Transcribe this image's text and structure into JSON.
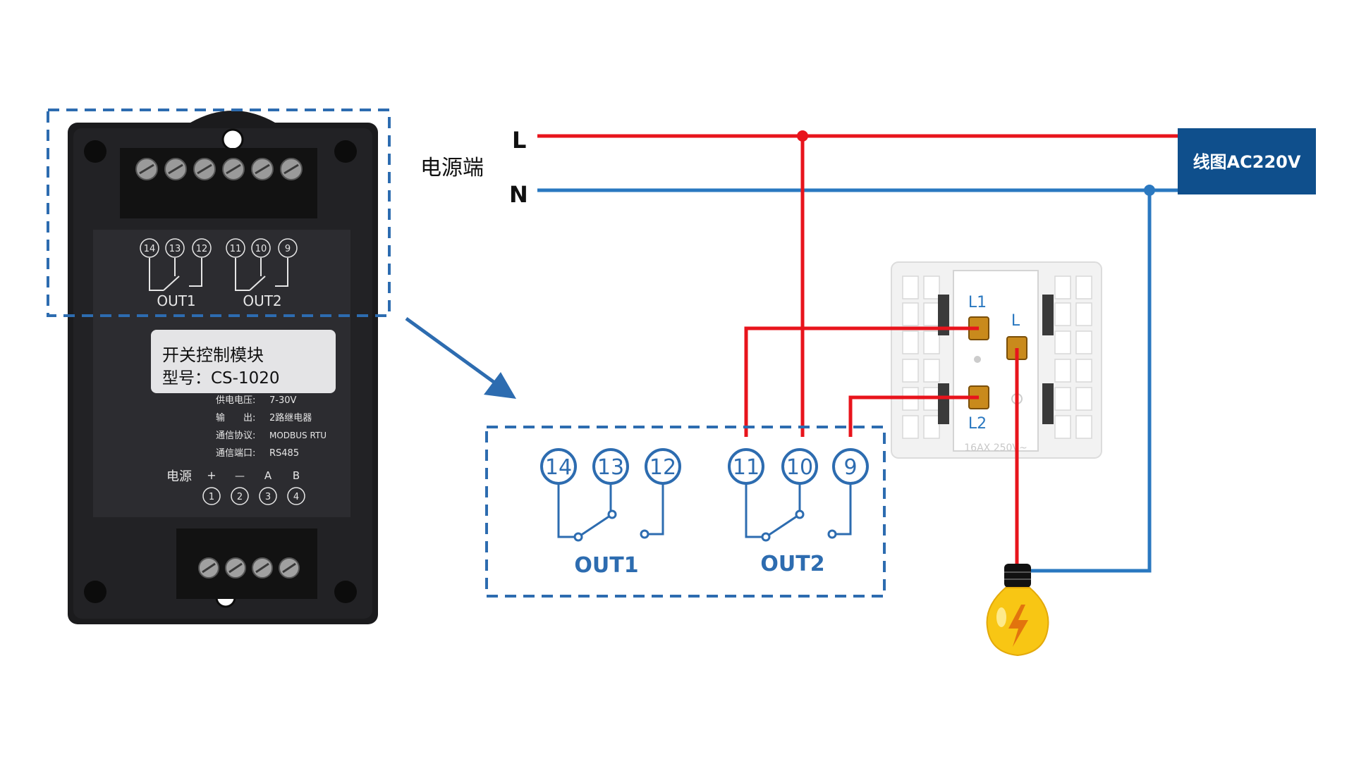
{
  "module": {
    "name_line": "开关控制模块",
    "model_line": "型号：CS-1020",
    "specs": [
      {
        "label": "供电电压:",
        "value": "7-30V"
      },
      {
        "label": "输　　出:",
        "value": "2路继电器"
      },
      {
        "label": "通信协议:",
        "value": "MODBUS RTU"
      },
      {
        "label": "通信端口:",
        "value": "RS485"
      }
    ],
    "power": {
      "label": "电源",
      "pins": [
        {
          "sign": "+",
          "num": "1"
        },
        {
          "sign": "—",
          "num": "2"
        },
        {
          "sign": "A",
          "num": "3"
        },
        {
          "sign": "B",
          "num": "4"
        }
      ]
    },
    "relay_terminals": [
      "14",
      "13",
      "12",
      "11",
      "10",
      "9"
    ],
    "outputs": [
      "OUT1",
      "OUT2"
    ]
  },
  "mains": {
    "source_label": "电源端",
    "line_label": "L",
    "neutral_label": "N",
    "box_label": "线图AC220V"
  },
  "detail": {
    "terminals": [
      "14",
      "13",
      "12",
      "11",
      "10",
      "9"
    ],
    "outputs": [
      "OUT1",
      "OUT2"
    ]
  },
  "switch": {
    "l1_label": "L1",
    "l_label": "L",
    "l2_label": "L2",
    "rating": "16AX 250V~"
  },
  "colors": {
    "live": "#e8141c",
    "neutral": "#2a78c0",
    "accent_blue": "#2d6cb0",
    "box_navy": "#0f4f8c",
    "module_body": "#1b1b1d"
  }
}
